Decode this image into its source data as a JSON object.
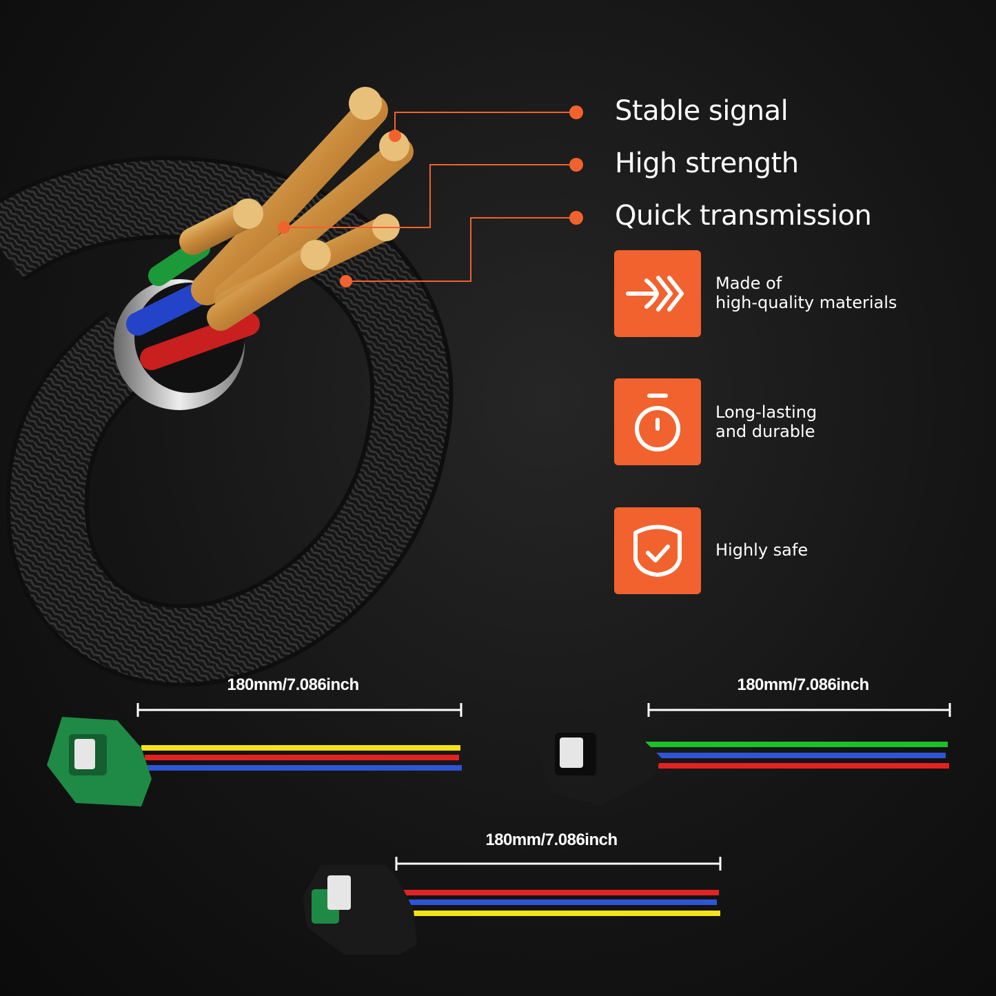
{
  "features": [
    {
      "label": "Stable signal"
    },
    {
      "label": "High strength"
    },
    {
      "label": "Quick transmission"
    }
  ],
  "badges": [
    {
      "icon": "fast-forward-arrow-icon",
      "text": "Made of\nhigh-quality materials"
    },
    {
      "icon": "stopwatch-icon",
      "text": "Long-lasting\nand durable"
    },
    {
      "icon": "shield-check-icon",
      "text": "Highly safe"
    }
  ],
  "harnesses": [
    {
      "length_label": "180mm/7.086inch",
      "connector_color": "#1e8a45",
      "wire_colors": [
        "#f5e21a",
        "#e32222",
        "#2f55d6"
      ]
    },
    {
      "length_label": "180mm/7.086inch",
      "connector_color": "#1a1a1a",
      "wire_colors": [
        "#1fbf2a",
        "#2f55d6",
        "#e32222"
      ]
    },
    {
      "length_label": "180mm/7.086inch",
      "connector_color": "#1a1a1a",
      "wire_colors": [
        "#e32222",
        "#2f55d6",
        "#f5e21a"
      ]
    }
  ],
  "colors": {
    "accent": "#f2622e",
    "background": "#141414"
  }
}
